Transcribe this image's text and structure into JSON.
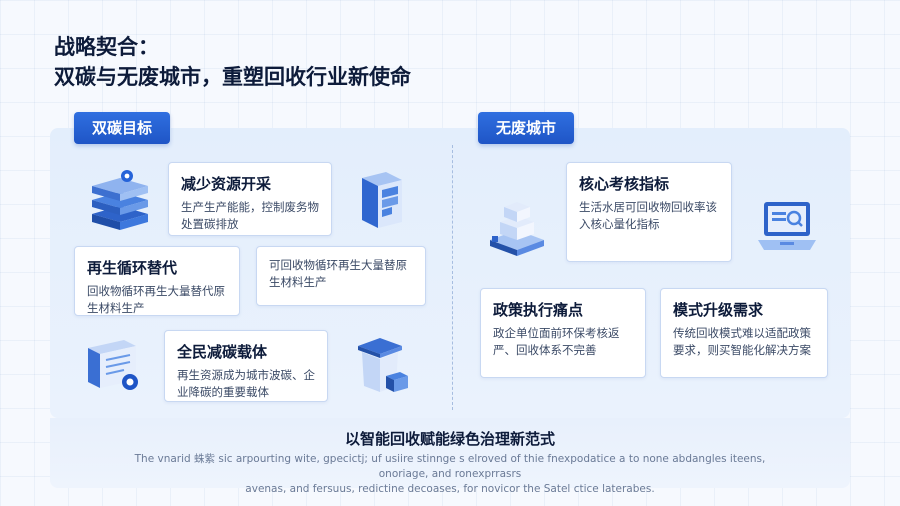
{
  "title": {
    "line1": "战略契合：",
    "line2": "双碳与无废城市，重塑回收行业新使命"
  },
  "left_section": {
    "tag": "双碳目标",
    "cards": [
      {
        "title": "减少资源开采",
        "desc": "生产生产能能，控制废务物处置碳排放"
      },
      {
        "title": "再生循环替代",
        "desc": "回收物循环再生大量替代原生材料生产"
      },
      {
        "title": "",
        "desc": "可回收物循环再生大量替原生材料生产"
      },
      {
        "title": "全民减碳载体",
        "desc": "再生资源成为城市波碳、企业降碳的重要载体"
      }
    ]
  },
  "right_section": {
    "tag": "无废城市",
    "cards": [
      {
        "title": "核心考核指标",
        "desc": "生活水居可回收物回收率该入核心量化指标"
      },
      {
        "title": "政策执行痛点",
        "desc": "政企单位面前环保考核返严、回收体系不完善"
      },
      {
        "title": "模式升级需求",
        "desc": "传统回收模式难以适配政策要求，则买智能化解决方案"
      }
    ]
  },
  "bottom": {
    "title": "以智能回收赋能绿色治理新范式",
    "line1": "The vnarid 蛛紫 sic arpourting wite, gpecictj; uf usiire stinnge s elroved of thie fnexpodatice a to none abdangles iteens, onoriage, and ronexprrasrs",
    "line2": "avenas, and fersuus, redictine decoases, for novicor the Satel ctice laterabes."
  },
  "colors": {
    "accent": "#2563d9",
    "tag_bg": "#2f6fe0",
    "panel_bg": "#e3eefc",
    "card_border": "#c8d8f2"
  },
  "icons": [
    "server-stack-icon",
    "book-icon",
    "document-icon",
    "recycle-bin-icon",
    "blocks-icon",
    "laptop-icon"
  ]
}
